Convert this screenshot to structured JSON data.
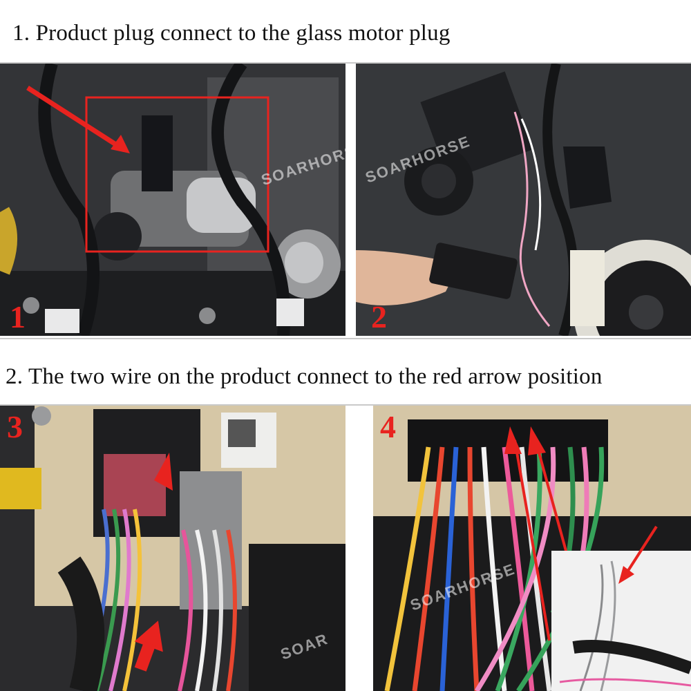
{
  "headings": {
    "step1": "1. Product plug connect to the glass motor plug",
    "step2": "2. The two wire on the product connect to the red arrow position"
  },
  "photos": [
    {
      "number": "1",
      "watermark": "SOARHORSE"
    },
    {
      "number": "2",
      "watermark": "SOARHORSE"
    },
    {
      "number": "3",
      "watermark": "SOAR"
    },
    {
      "number": "4",
      "watermark": "SOARHORSE"
    }
  ],
  "colors": {
    "marker": "#e8231f",
    "heading_text": "#111111"
  }
}
